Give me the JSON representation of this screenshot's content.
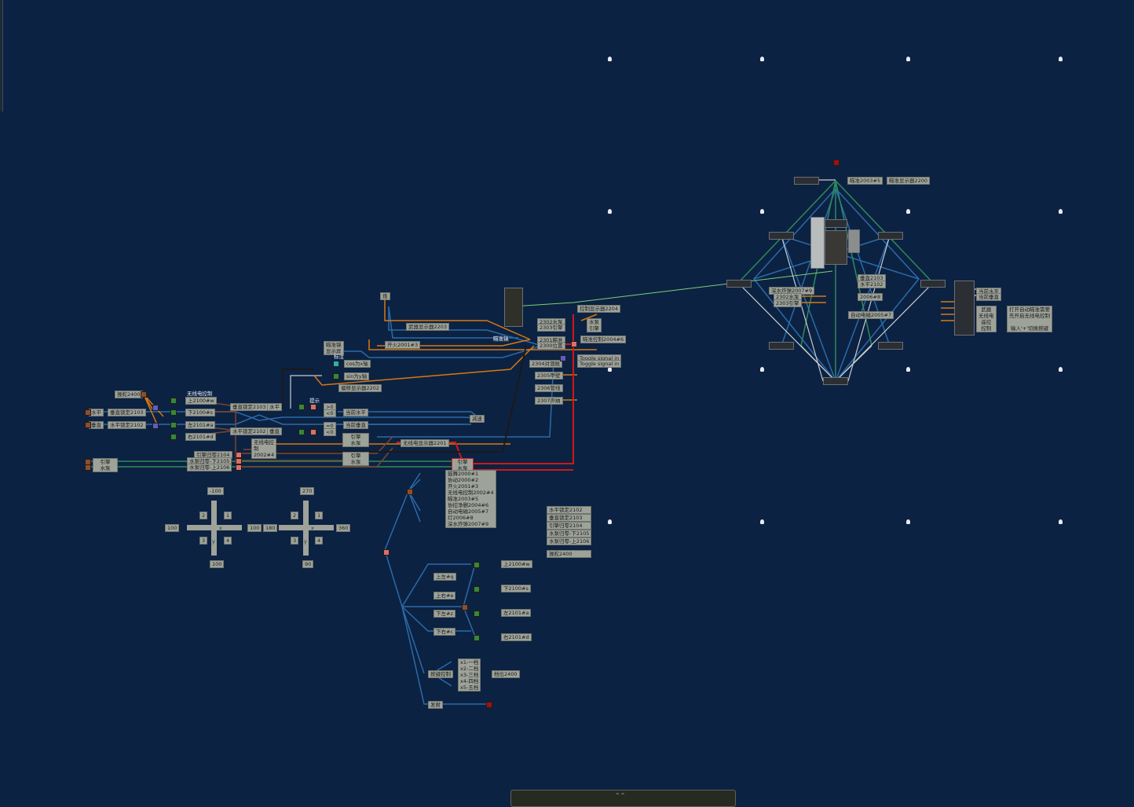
{
  "colors": {
    "background": "#0c2242",
    "wire_orange": "#d9780f",
    "wire_blue": "#2b6aa8",
    "wire_red": "#d01818",
    "wire_green": "#2e8a5a",
    "wire_brown": "#7a4630",
    "wire_white": "#c8ccd0"
  },
  "left": {
    "steer": "操舵2400",
    "radio_header": "无线电控制",
    "up": "上2100#w",
    "down": "下2100#s",
    "left": "左2101#a",
    "right": "右2101#d",
    "horiz_in": "水平",
    "vert_in": "垂直",
    "vlock_in": "垂直锁定2103",
    "hlock_in": "水平锁定2102",
    "vlock_out": "垂直锁定2103",
    "hlock_out": "水平锁定2102",
    "horiz_out": "水平",
    "vert_out": "垂直",
    "radio_ctrl": "无线电控制2002#4",
    "engine_pump": "引擎\n水泵",
    "engine_zero": "引擎归零2104",
    "pump_zero_down": "水泵归零-下2105",
    "pump_zero_up": "水泵归零-上2106"
  },
  "compare": {
    "hint": "提示",
    "gt0": ">0",
    "lt0": "<0",
    "eq0": "=0",
    "lt0b": "<0",
    "cur_h": "当前水平",
    "cur_v": "当前垂直",
    "slow": "减速",
    "ep1": "引擎\n水泵",
    "ep2": "引擎\n水泵",
    "radio_display": "无线电显示器2201",
    "ep3": "引擎\n水泵"
  },
  "channels": [
    "鼓舞2000#1",
    "协动2000#2",
    "开火2001#3",
    "无线电控制2002#4",
    "瞄准2003#5",
    "协控净删2004#6",
    "自动电磁2005#7",
    "灯2006#8",
    "深水炸弹2007#9"
  ],
  "legend": [
    "水平锁定2102",
    "垂直锁定2103",
    "引擎归零2104",
    "水泵归零-下2105",
    "水泵归零-上2106",
    "操舵2400"
  ],
  "cross1": {
    "top": "-100",
    "left": "100",
    "right": "100",
    "bottom": "100",
    "q1": "1",
    "q2": "2",
    "q3": "3",
    "q4": "4",
    "x": "x",
    "y": "y"
  },
  "cross2": {
    "top": "270",
    "left": "180",
    "right": "360",
    "bottom": "90",
    "q1": "1",
    "q2": "2",
    "q3": "3",
    "q4": "4",
    "x": "x",
    "y": "y"
  },
  "keys": {
    "ul": "上左#q",
    "ur": "上右#e",
    "dl": "下左#z",
    "dr": "下右#c",
    "up": "上2100#w",
    "down": "下2100#s",
    "left": "左2101#a",
    "right": "右2101#d"
  },
  "gear": {
    "ctrl": "按键控制",
    "g1": "x1-一档",
    "g2": "x2-二档",
    "g3": "x3-三档",
    "g4": "x4-四档",
    "g5": "x5-五档",
    "out": "档位2400",
    "fire": "发射"
  },
  "weapon": {
    "gun": "炮",
    "display": "武器显示器2203",
    "fire": "开火2001#3",
    "scope_screen": "瞄准镜\n显示屏",
    "mark": "标注",
    "cos": "cos为x轴",
    "sin": "sin为y轴",
    "offset": "偏移显示器2202",
    "scope": "瞄准镜"
  },
  "mid": {
    "ctrl_display": "控制显示器2204",
    "pump2302": "2302水泵",
    "engine2303": "2303引擎",
    "pump_engine": "水泵\n引擎",
    "aim2301": "2301瞄准",
    "pos2300": "2300位置",
    "aim_ctrl": "瞄准控制2004#6",
    "toggle1": "Toggle signal in",
    "toggle2": "Toggle signal in",
    "sub2304": "2304对潜舱",
    "deck2305": "2305甲壁",
    "pipe2306": "2306管线",
    "sonar2307": "2307声纳"
  },
  "right": {
    "aim": "瞄准2003#5",
    "aim_display": "瞄准显示器2200",
    "depth": "深水炸弹2007#9",
    "pump": "2302水泵",
    "engine": "2303引擎",
    "v2103": "垂直2103",
    "h2102": "水平2102",
    "lamp": "2006#8",
    "auto": "自动电磁2005#7",
    "cur_h": "当前水平",
    "cur_v": "当前垂直",
    "panel": "武器\n无线电\n遥控\n控制",
    "note": "打开自动瞄准需要\n先开启无线电控制\n\n输入'+'切换按键"
  }
}
